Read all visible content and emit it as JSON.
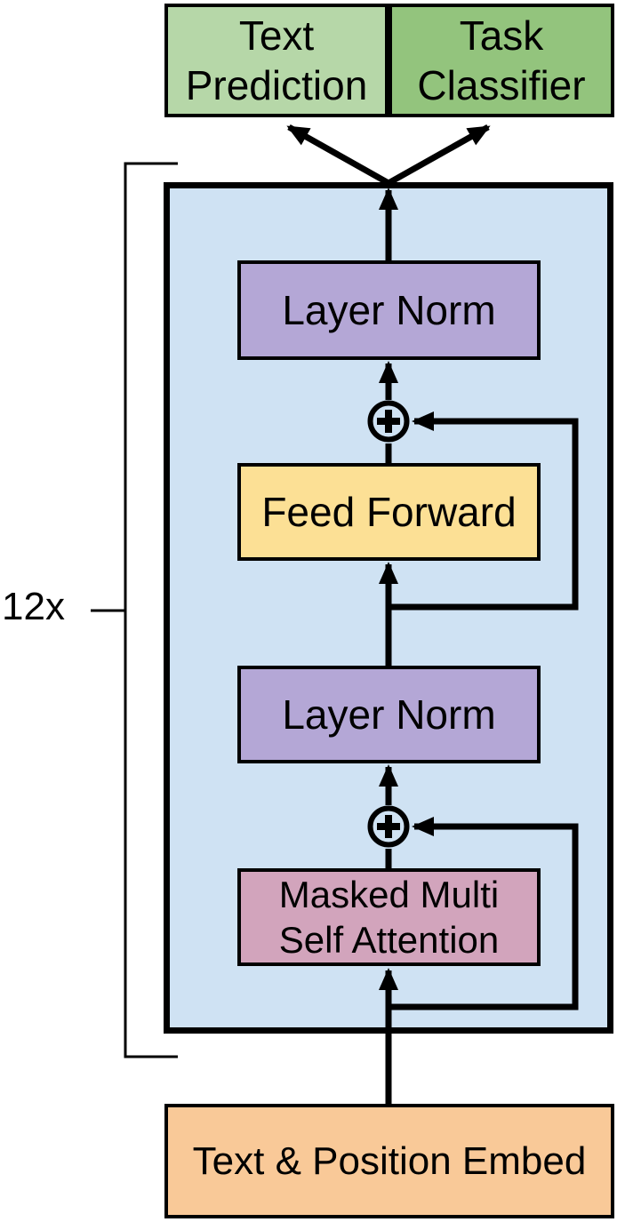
{
  "diagram": {
    "repeat_label": "12x",
    "heads": [
      {
        "id": "text-prediction",
        "line1": "Text",
        "line2": "Prediction",
        "fill": "#b6d7a8"
      },
      {
        "id": "task-classifier",
        "line1": "Task",
        "line2": "Classifier",
        "fill": "#93c47d"
      }
    ],
    "transformer_block": {
      "fill": "#cfe2f3",
      "layer_norm_top": {
        "label": "Layer Norm",
        "fill": "#b4a7d6"
      },
      "feed_forward": {
        "label": "Feed Forward",
        "fill": "#fce095"
      },
      "layer_norm_bottom": {
        "label": "Layer Norm",
        "fill": "#b4a7d6"
      },
      "masked_attention": {
        "line1": "Masked Multi",
        "line2": "Self Attention",
        "fill": "#d2a4bc"
      }
    },
    "embedding": {
      "label": "Text & Position Embed",
      "fill": "#f9c998"
    },
    "icons": {
      "residual_add_top": "plus-in-circle",
      "residual_add_bottom": "plus-in-circle"
    },
    "line_color": "#000000"
  }
}
